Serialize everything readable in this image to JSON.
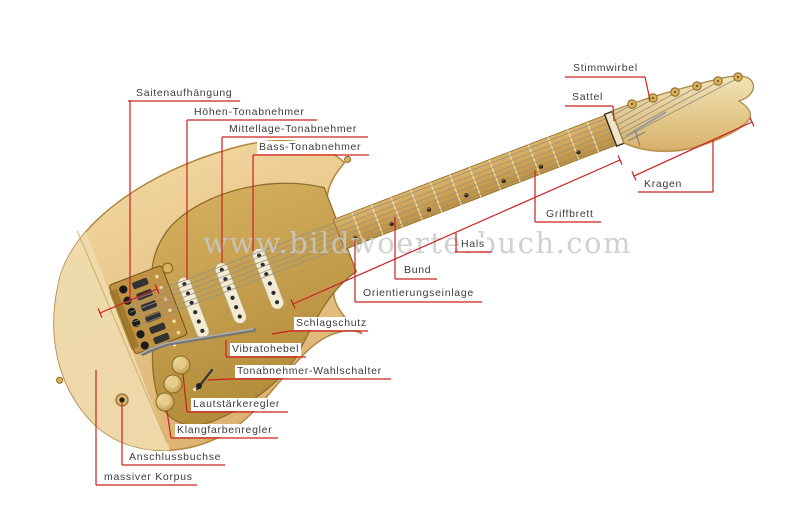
{
  "watermark": "www.bildwoerterbuch.com",
  "diagram": {
    "subject": "E-Gitarre (electric guitar) labeled parts diagram",
    "labels": {
      "saitenaufhaengung": "Saitenaufhängung",
      "hoehen_tonabnehmer": "Höhen-Tonabnehmer",
      "mittellage_tonabnehmer": "Mittellage-Tonabnehmer",
      "bass_tonabnehmer": "Bass-Tonabnehmer",
      "stimmwirbel": "Stimmwirbel",
      "sattel": "Sattel",
      "kragen": "Kragen",
      "griffbrett": "Griffbrett",
      "hals": "Hals",
      "bund": "Bund",
      "orientierungseinlage": "Orientierungseinlage",
      "schlagschutz": "Schlagschutz",
      "vibratohebel": "Vibratohebel",
      "tonabnehmer_wahlschalter": "Tonabnehmer-Wahlschalter",
      "lautstaerkeregler": "Lautstärkeregler",
      "klangfarbenregler": "Klangfarbenregler",
      "anschlussbuchse": "Anschlussbuchse",
      "massiver_korpus": "massiver Korpus"
    },
    "colors": {
      "leader_red": "#cc2020",
      "label_text": "#3b3b3b",
      "body_gold": "#e5c184",
      "body_highlight": "#f0dcae",
      "pickguard_gold": "#c9a24b",
      "fretboard_gold": "#d2a64f",
      "headstock_cream": "#eed9a6",
      "watermark_gray": "#c9c9c9"
    }
  }
}
